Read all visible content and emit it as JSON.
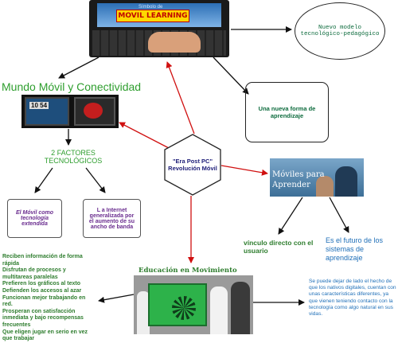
{
  "laptop": {
    "tagline": "Símbolo de",
    "title": "MOVIL LEARNING"
  },
  "ellipse_text": "Nuevo modelo tecnológico-pedagógico",
  "new_form_text": "Una nueva forma de aprendizaje",
  "mundo_title": "Mundo Móvil y Conectividad",
  "phone_time": "10 54",
  "factores": "2 FACTORES TECNOLÓGICOS",
  "hex": {
    "line1": "\"Era Post PC\"",
    "line2": "Revolución Móvil"
  },
  "extendida": "El Móvil como tecnología extendida",
  "internet": "L a Internet generalizada por el aumento de su ancho de banda",
  "moviles_caption": {
    "line1": "Móviles para",
    "line2": "Aprender"
  },
  "vinculo": "vínculo directo con el usuario",
  "futuro": "Es el futuro de los sistemas de aprendizaje",
  "educacion_title": "Educación en Movimiento",
  "reciben_lines": [
    "Reciben información de forma",
    "rápida",
    "Disfrutan de procesos y",
    "multitareas paralelas",
    "Prefieren los gráficos al texto",
    "Defienden los accesos al azar",
    "Funcionan mejor trabajando en",
    "red.",
    "Prosperan con satisfacción",
    "inmediata y bajo recompensas",
    "frecuentes",
    " Que eligen jugar en serio en vez",
    "que trabajar"
  ],
  "nativos_text": "Se puede dejar de lado el hecho de que los nativos digitales, cuentan con unas características diferentes, ya que vienen teniendo contacto con la tecnología como algo natural en sus vidas.",
  "colors": {
    "red_arrow": "#d01010",
    "black_arrow": "#111111",
    "green_text": "#2e9e2e",
    "blue_text": "#1f6fb8",
    "purple_text": "#6a2d8f"
  }
}
